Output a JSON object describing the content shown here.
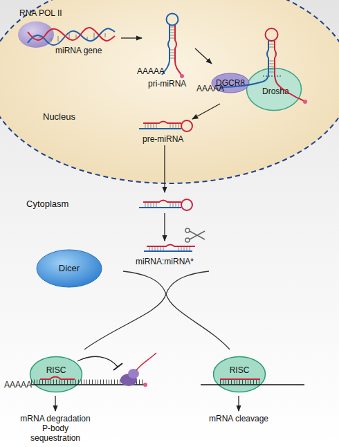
{
  "diagram": {
    "nodes": [
      {
        "text": [
          "Nucleus"
        ]
      },
      {
        "text": [
          "DGCR8"
        ],
        "in": 0
      },
      {
        "text": [
          "Drosha"
        ],
        "in": 0
      },
      {
        "text": [
          "Dicer"
        ]
      },
      {
        "text": [
          "RISC"
        ]
      },
      {
        "text": [
          "RISC"
        ]
      }
    ],
    "labels": [
      "RNA POL II",
      "miRNA gene",
      "AAAAA",
      "pri-miRNA",
      "AAAAA",
      "pre-miRNA",
      "Cytoplasm",
      "miRNA:miRNA*",
      "AAAAA",
      "mRNA degradation P-body sequestration",
      "mRNA cleavage"
    ]
  }
}
